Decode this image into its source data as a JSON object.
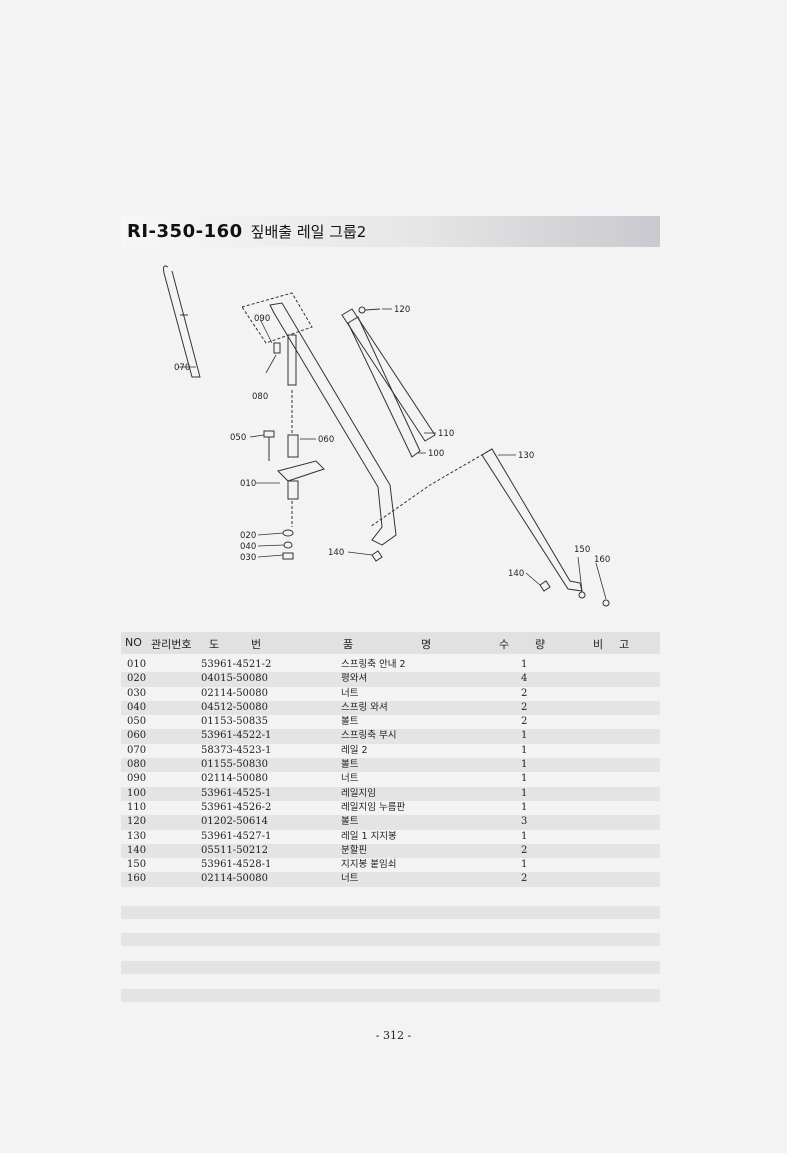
{
  "title": {
    "code": "RI-350-160",
    "name": "짚배출 레일 그룹2"
  },
  "diagram": {
    "labels": [
      "070",
      "090",
      "080",
      "050",
      "060",
      "010",
      "020",
      "040",
      "030",
      "120",
      "110",
      "100",
      "130",
      "140",
      "140",
      "150",
      "160"
    ]
  },
  "table": {
    "headers": {
      "no": "NO",
      "mgmt": "관리번호",
      "do": "도",
      "beon": "번",
      "pum": "품",
      "myeong": "명",
      "su": "수",
      "ryang": "량",
      "bi": "비",
      "go": "고"
    },
    "rows": [
      {
        "no": "010",
        "part": "53961-4521-2",
        "name": "스프링축 안내 2",
        "qty": "1"
      },
      {
        "no": "020",
        "part": "04015-50080",
        "name": "평와셔",
        "qty": "4"
      },
      {
        "no": "030",
        "part": "02114-50080",
        "name": "너트",
        "qty": "2"
      },
      {
        "no": "040",
        "part": "04512-50080",
        "name": "스프링 와셔",
        "qty": "2"
      },
      {
        "no": "050",
        "part": "01153-50835",
        "name": "볼트",
        "qty": "2"
      },
      {
        "no": "060",
        "part": "53961-4522-1",
        "name": "스프링축 부시",
        "qty": "1"
      },
      {
        "no": "070",
        "part": "58373-4523-1",
        "name": "레일 2",
        "qty": "1"
      },
      {
        "no": "080",
        "part": "01155-50830",
        "name": "볼트",
        "qty": "1"
      },
      {
        "no": "090",
        "part": "02114-50080",
        "name": "너트",
        "qty": "1"
      },
      {
        "no": "100",
        "part": "53961-4525-1",
        "name": "레일지임",
        "qty": "1"
      },
      {
        "no": "110",
        "part": "53961-4526-2",
        "name": "레일지임 누름판",
        "qty": "1"
      },
      {
        "no": "120",
        "part": "01202-50614",
        "name": "볼트",
        "qty": "3"
      },
      {
        "no": "130",
        "part": "53961-4527-1",
        "name": "레일 1 지지봉",
        "qty": "1"
      },
      {
        "no": "140",
        "part": "05511-50212",
        "name": "분할핀",
        "qty": "2"
      },
      {
        "no": "150",
        "part": "53961-4528-1",
        "name": "지지봉 붙임쇠",
        "qty": "1"
      },
      {
        "no": "160",
        "part": "02114-50080",
        "name": "너트",
        "qty": "2"
      }
    ]
  },
  "page_number": "- 312 -"
}
